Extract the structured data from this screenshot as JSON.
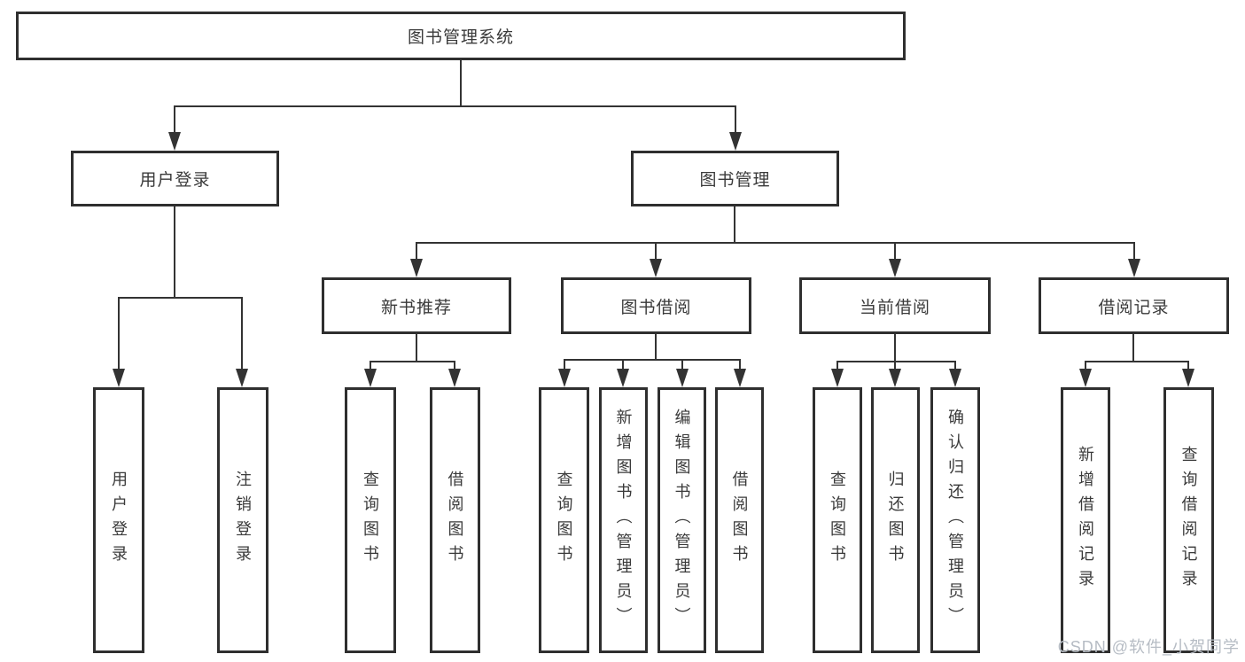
{
  "diagram": {
    "title": "图书管理系统",
    "root": {
      "label": "图书管理系统"
    },
    "level2": {
      "user_login": {
        "label": "用户登录"
      },
      "book_management": {
        "label": "图书管理"
      }
    },
    "level3": {
      "new_book_recommend": {
        "label": "新书推荐"
      },
      "book_borrow": {
        "label": "图书借阅"
      },
      "current_borrow": {
        "label": "当前借阅"
      },
      "borrow_record": {
        "label": "借阅记录"
      }
    },
    "sub_features": {
      "user_login": [
        "用户登录",
        "注销登录"
      ],
      "new_book_recommend": [
        "查询图书",
        "借阅图书"
      ],
      "book_borrow": [
        "查询图书",
        "新增图书（管理员）",
        "编辑图书（管理员）",
        "借阅图书"
      ],
      "current_borrow": [
        "查询图书",
        "归还图书",
        "确认归还（管理员）"
      ],
      "borrow_record": [
        "新增借阅记录",
        "查询借阅记录"
      ]
    }
  },
  "colors": {
    "line": "#333333",
    "box_border": "#2f2f2f",
    "text": "#3a3a3a",
    "background": "#ffffff",
    "watermark": "#b6bcc4"
  },
  "watermark": {
    "text": "CSDN @软件_小贺同学"
  }
}
